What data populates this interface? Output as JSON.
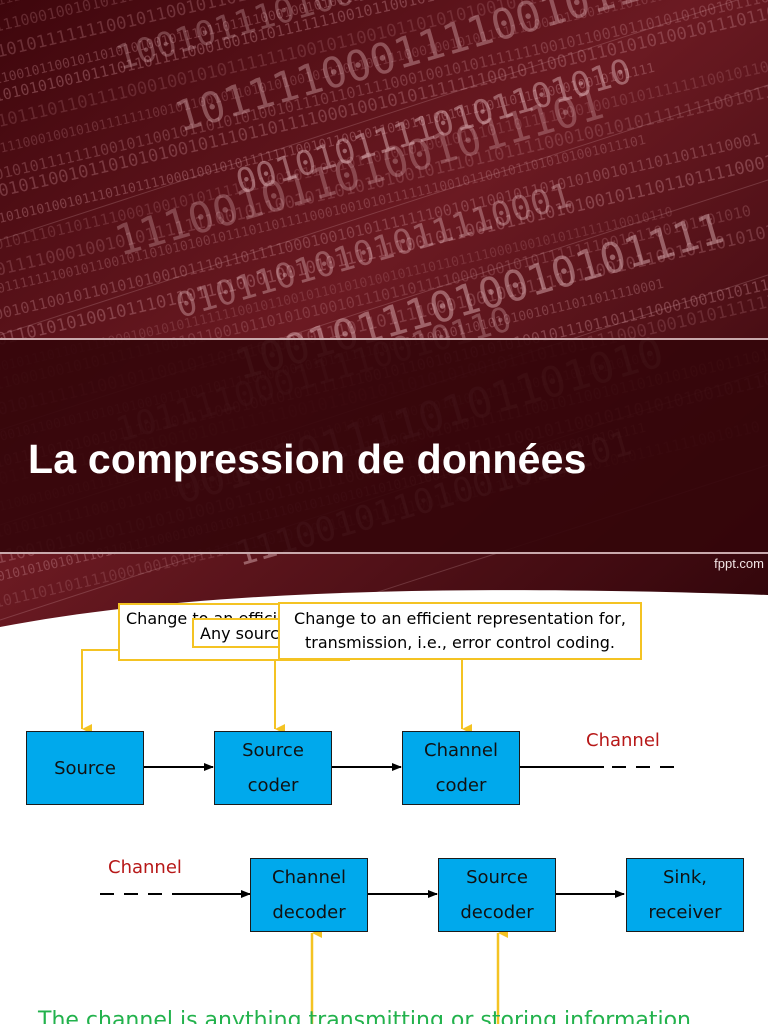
{
  "slide": {
    "title": "La compression de données",
    "credit": "fppt.com",
    "binary_background": [
      "1001011101",
      "1011110001",
      "0010101111",
      "1110010110",
      "0101101010"
    ]
  },
  "diagram": {
    "annotations": {
      "back": "Change to an efficient representation for, i.e., data",
      "middle": "Any source",
      "front_line1": "Change to an efficient representation for,",
      "front_line2": "transmission, i.e., error control coding."
    },
    "encoder_row": {
      "source": "Source",
      "source_coder": [
        "Source",
        "coder"
      ],
      "channel_coder": [
        "Channel",
        "coder"
      ],
      "channel_label": "Channel"
    },
    "decoder_row": {
      "channel_label": "Channel",
      "channel_decoder": [
        "Channel",
        "decoder"
      ],
      "source_decoder": [
        "Source",
        "decoder"
      ],
      "sink": [
        "Sink,",
        "receiver"
      ]
    },
    "bottom_text": "The channel is anything transmitting or storing information"
  },
  "colors": {
    "box_fill": "#00a9ec",
    "annotation_border": "#f4c323",
    "channel_label": "#b71818",
    "bottom_text": "#22b24c",
    "title_band": "#34060a"
  }
}
